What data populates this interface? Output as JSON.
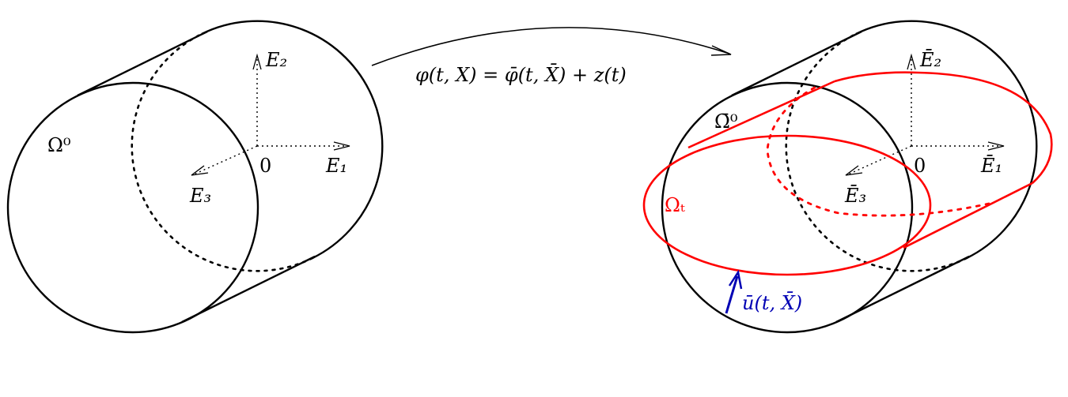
{
  "mapping_label": "φ(t, X) = φ̄(t, X̄) + z(t)",
  "left": {
    "domain_label": "Ω⁰",
    "origin_label": "0",
    "e1_label": "E₁",
    "e2_label": "E₂",
    "e3_label": "E₃"
  },
  "right": {
    "domain_label": "Ω̄⁰",
    "deformed_label": "Ωₜ",
    "origin_label": "0",
    "e1_label": "Ē₁",
    "e2_label": "Ē₂",
    "e3_label": "Ē₃",
    "displacement_label": "ū(t, X̄)"
  },
  "colors": {
    "deformed": "#ff0000",
    "displacement": "#0000b4",
    "reference": "#000000"
  }
}
